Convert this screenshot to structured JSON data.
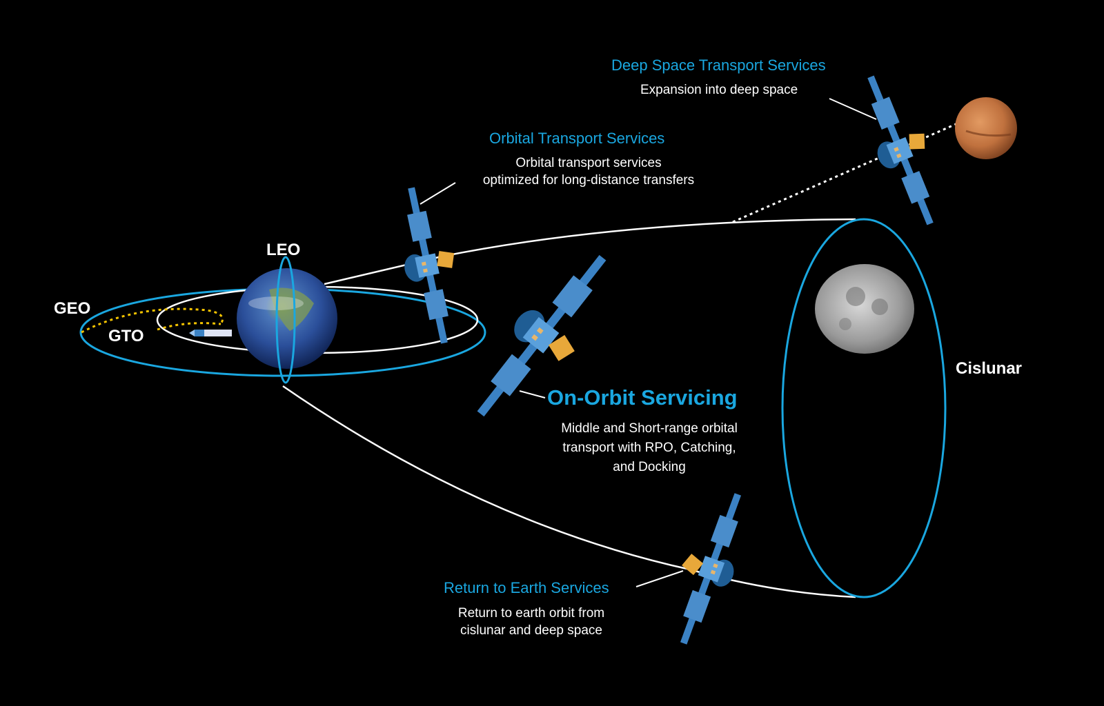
{
  "colors": {
    "background": "#000000",
    "accent_cyan": "#1aa7e0",
    "text_white": "#ffffff",
    "gto_dotted": "#f5c400",
    "satellite_blue": "#3b82c4",
    "payload_orange": "#e8a83a",
    "mars": "#c8743e",
    "moon": "#9a9a9a"
  },
  "orbits": {
    "leo": "LEO",
    "geo": "GEO",
    "gto": "GTO",
    "cislunar": "Cislunar"
  },
  "services": {
    "deep_space": {
      "title": "Deep Space Transport Services",
      "desc": "Expansion into deep space"
    },
    "orbital_transport": {
      "title": "Orbital Transport Services",
      "desc_line1": "Orbital transport services",
      "desc_line2": "optimized for long-distance transfers"
    },
    "on_orbit": {
      "title": "On-Orbit Servicing",
      "desc_line1": "Middle and Short-range orbital",
      "desc_line2": "transport with RPO, Catching,",
      "desc_line3": "and Docking"
    },
    "return_earth": {
      "title": "Return to Earth Services",
      "desc_line1": "Return to earth orbit from",
      "desc_line2": "cislunar and deep space"
    }
  },
  "bodies": [
    "earth-icon",
    "moon-icon",
    "mars-icon"
  ],
  "spacecraft": [
    "rocket-icon",
    "satellite-icon"
  ]
}
